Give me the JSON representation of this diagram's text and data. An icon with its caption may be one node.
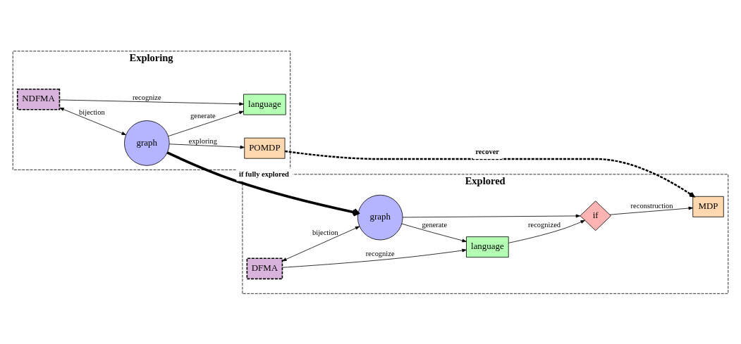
{
  "diagram": {
    "nodes": [
      {
        "text": [
          "Exploring"
        ]
      },
      {
        "text": [
          "NDFMA"
        ],
        "in": 0
      },
      {
        "text": [
          "language"
        ],
        "in": 0
      },
      {
        "text": [
          "graph"
        ],
        "in": 0
      },
      {
        "text": [
          "POMDP"
        ],
        "in": 0
      },
      {
        "text": [
          "Explored"
        ]
      },
      {
        "text": [
          "DFMA"
        ],
        "in": 5
      },
      {
        "text": [
          "graph"
        ],
        "in": 5
      },
      {
        "text": [
          "language"
        ],
        "in": 5
      },
      {
        "text": [
          "if"
        ],
        "in": 5
      },
      {
        "text": [
          "MDP"
        ],
        "in": 5
      }
    ],
    "edges": [
      {
        "from": 1,
        "to": 2,
        "arrow": "to",
        "label": "recognize"
      },
      {
        "from": 1,
        "to": 3,
        "arrow": "both",
        "label": "bijection"
      },
      {
        "from": 3,
        "to": 2,
        "arrow": "to",
        "label": "generate"
      },
      {
        "from": 3,
        "to": 4,
        "arrow": "to",
        "label": "exploring"
      },
      {
        "from": 3,
        "to": 7,
        "arrow": "to",
        "label": "if fully explored",
        "style": "thick"
      },
      {
        "from": 4,
        "to": 10,
        "arrow": "to",
        "label": "recover",
        "style": "dashed"
      },
      {
        "from": 6,
        "to": 7,
        "arrow": "both",
        "label": "bijection"
      },
      {
        "from": 6,
        "to": 8,
        "arrow": "to",
        "label": "recognize"
      },
      {
        "from": 7,
        "to": 8,
        "arrow": "to",
        "label": "generate"
      },
      {
        "from": 7,
        "to": 9,
        "arrow": "to"
      },
      {
        "from": 8,
        "to": 9,
        "arrow": "to",
        "label": "recognized"
      },
      {
        "from": 9,
        "to": 10,
        "arrow": "to",
        "label": "reconstruction"
      }
    ]
  }
}
